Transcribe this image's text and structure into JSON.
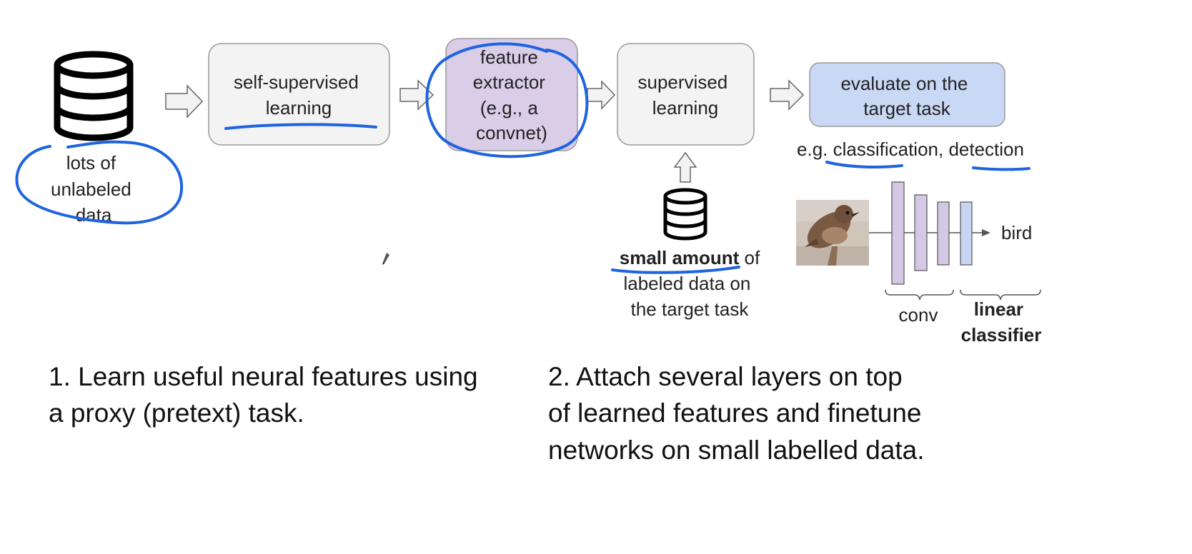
{
  "pipeline": {
    "unlabeled_data": {
      "lines": [
        "lots of",
        "unlabeled",
        "data"
      ]
    },
    "self_supervised": {
      "lines": [
        "self-supervised",
        "learning"
      ]
    },
    "feature_extractor": {
      "lines": [
        "feature",
        "extractor",
        "(e.g., a",
        "convnet)"
      ]
    },
    "supervised": {
      "lines": [
        "supervised",
        "learning"
      ]
    },
    "evaluate": {
      "lines": [
        "evaluate on the",
        "target task"
      ],
      "example": "e.g. classification, detection"
    },
    "labeled_data": {
      "bold": "small amount",
      "rest": " of",
      "lines": [
        "labeled data on",
        "the target task"
      ]
    },
    "classifier": {
      "output_label": "bird",
      "conv_label": "conv",
      "linear_lines": [
        "linear",
        "classifier"
      ]
    }
  },
  "captions": {
    "step1": [
      "1. Learn useful neural features using",
      "a proxy (pretext) task."
    ],
    "step2": [
      "2. Attach several layers on top",
      "of learned features and finetune",
      "networks on small labelled data."
    ]
  },
  "colors": {
    "box_fill": "#f3f3f3",
    "box_stroke": "#999999",
    "feature_extractor_fill": "#d9cde8",
    "evaluate_fill": "#c9d8f5",
    "layer_conv_fill": "#d4c8e4",
    "layer_linear_fill": "#c7d5f2",
    "annotation_ink": "#1f63e0"
  },
  "icons": [
    "database-icon",
    "arrow-right-icon",
    "arrow-up-icon",
    "bird-photo",
    "pen-cursor-icon"
  ]
}
